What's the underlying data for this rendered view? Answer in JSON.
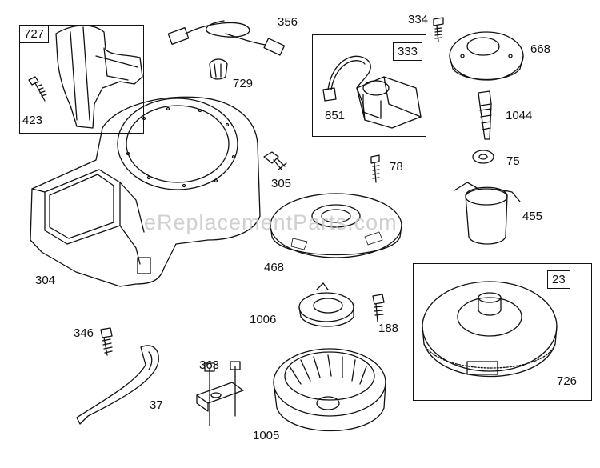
{
  "diagram": {
    "watermark": "eReplacementParts.com",
    "parts": {
      "p727": "727",
      "p423": "423",
      "p356": "356",
      "p729": "729",
      "p334": "334",
      "p333": "333",
      "p851": "851",
      "p668": "668",
      "p1044": "1044",
      "p75": "75",
      "p305": "305",
      "p78": "78",
      "p455": "455",
      "p304": "304",
      "p468": "468",
      "p23": "23",
      "p346": "346",
      "p1006": "1006",
      "p188": "188",
      "p726": "726",
      "p363": "363",
      "p37": "37",
      "p1005": "1005"
    }
  }
}
